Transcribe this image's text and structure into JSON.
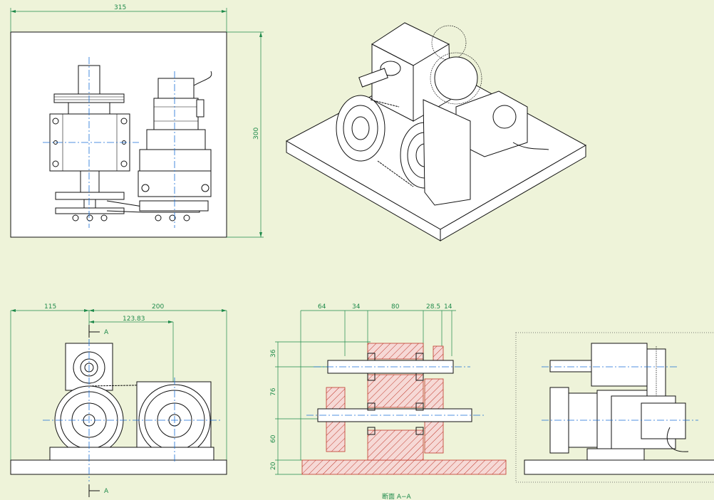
{
  "colors": {
    "background": "#eef3d9",
    "dimension": "#1e8a4a",
    "centerline": "#1a6fd6",
    "section_hatch": "#c0392b",
    "outline": "#111111"
  },
  "top_view": {
    "dim_width": "315",
    "dim_height": "300"
  },
  "front_view": {
    "dim_left": "115",
    "dim_right": "200",
    "dim_offset": "123.83",
    "section_mark_top": "A",
    "section_mark_bottom": "A"
  },
  "section_view": {
    "dim_h1": "64",
    "dim_h2": "34",
    "dim_h3": "80",
    "dim_h4": "28.5",
    "dim_h5": "14",
    "dim_v1": "36",
    "dim_v2": "76",
    "dim_v3": "60",
    "dim_v4": "20",
    "caption": "断面 A−A"
  }
}
